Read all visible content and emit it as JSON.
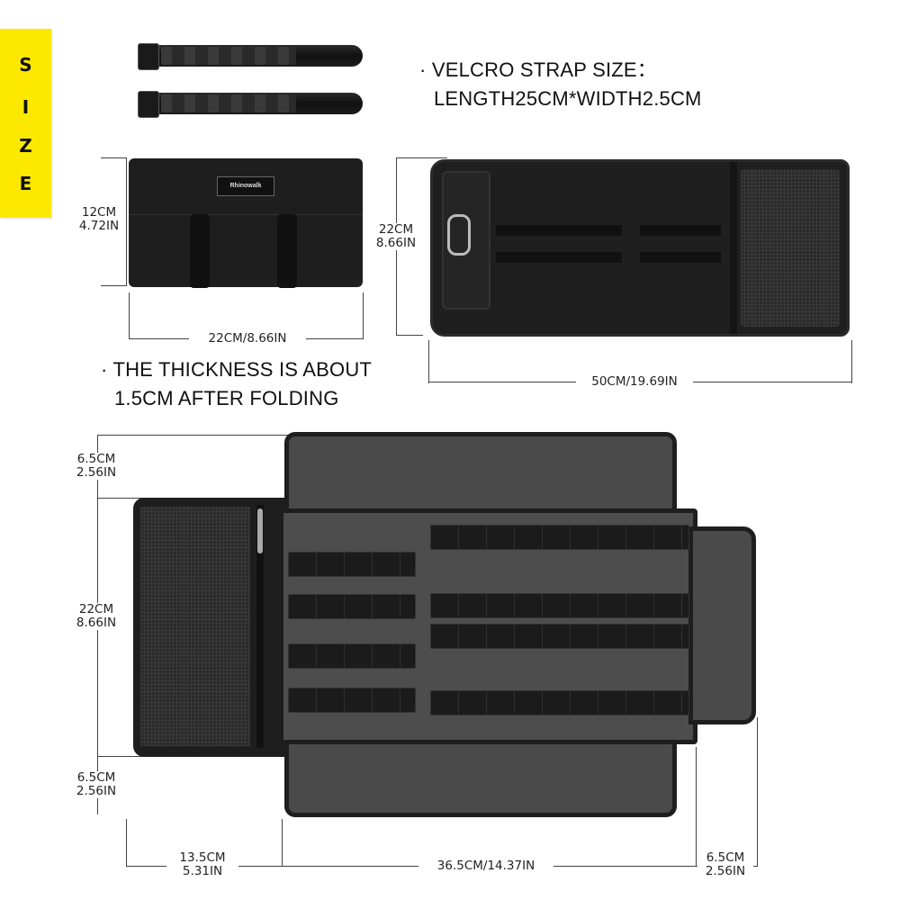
{
  "size_tag": {
    "letters": [
      "S",
      "I",
      "Z",
      "E"
    ],
    "color": "#fde800"
  },
  "notes": {
    "strap_line1": "· VELCRO STRAP SIZE：",
    "strap_line2": "LENGTH25CM*WIDTH2.5CM",
    "thickness_line1": "· THE THICKNESS IS ABOUT",
    "thickness_line2": "1.5CM AFTER FOLDING"
  },
  "folded_view": {
    "brand": "Rhinowalk",
    "height_cm": "12CM",
    "height_in": "4.72IN",
    "width_label": "22CM/8.66IN"
  },
  "rolled_view": {
    "height_cm": "22CM",
    "height_in": "8.66IN",
    "width_label": "50CM/19.69IN"
  },
  "open_view": {
    "top_flap_cm": "6.5CM",
    "top_flap_in": "2.56IN",
    "middle_cm": "22CM",
    "middle_in": "8.66IN",
    "bottom_flap_cm": "6.5CM",
    "bottom_flap_in": "2.56IN",
    "left_panel_cm": "13.5CM",
    "left_panel_in": "5.31IN",
    "center_label": "36.5CM/14.37IN",
    "right_flap_cm": "6.5CM",
    "right_flap_in": "2.56IN"
  }
}
